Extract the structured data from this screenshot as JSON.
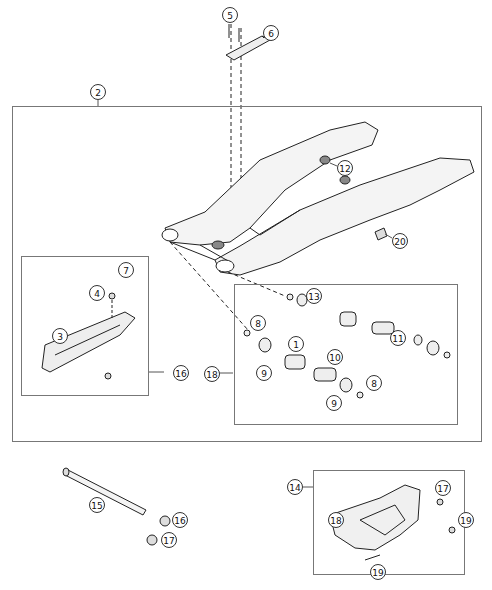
{
  "diagram": {
    "nodes": [
      {
        "text": [
          "2"
        ]
      },
      {
        "text": [
          "16"
        ],
        "in": 0
      },
      {
        "text": [
          "18"
        ],
        "in": 0
      },
      {
        "text": [
          "14"
        ]
      }
    ],
    "labels": [
      "5",
      "6",
      "12",
      "20",
      "7",
      "4",
      "3",
      "13",
      "8",
      "1",
      "10",
      "11",
      "9",
      "9",
      "8",
      "15",
      "16",
      "17",
      "18",
      "17",
      "19",
      "19"
    ]
  }
}
